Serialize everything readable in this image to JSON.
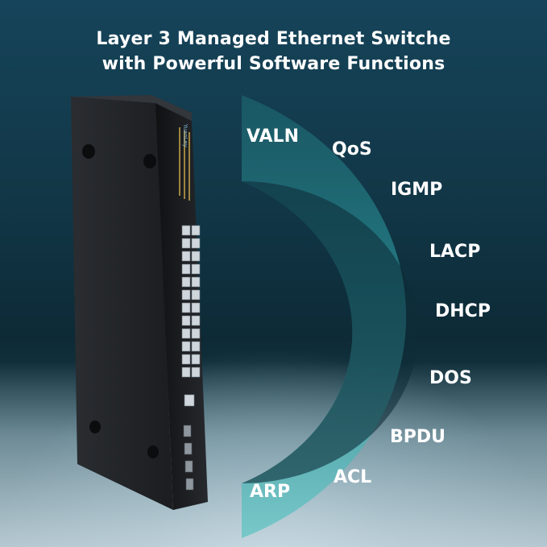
{
  "headline": {
    "line1": "Layer 3 Managed Ethernet Switche",
    "line2": "with Powerful Software Functions"
  },
  "brand": "YuanLey",
  "features": [
    "VALN",
    "QoS",
    "IGMP",
    "LACP",
    "DHCP",
    "DOS",
    "BPDU",
    "ACL",
    "ARP"
  ],
  "colors": {
    "background": "#113646",
    "arc": "#3fa2a8",
    "device": "#1c1e21",
    "text": "#ffffff"
  }
}
